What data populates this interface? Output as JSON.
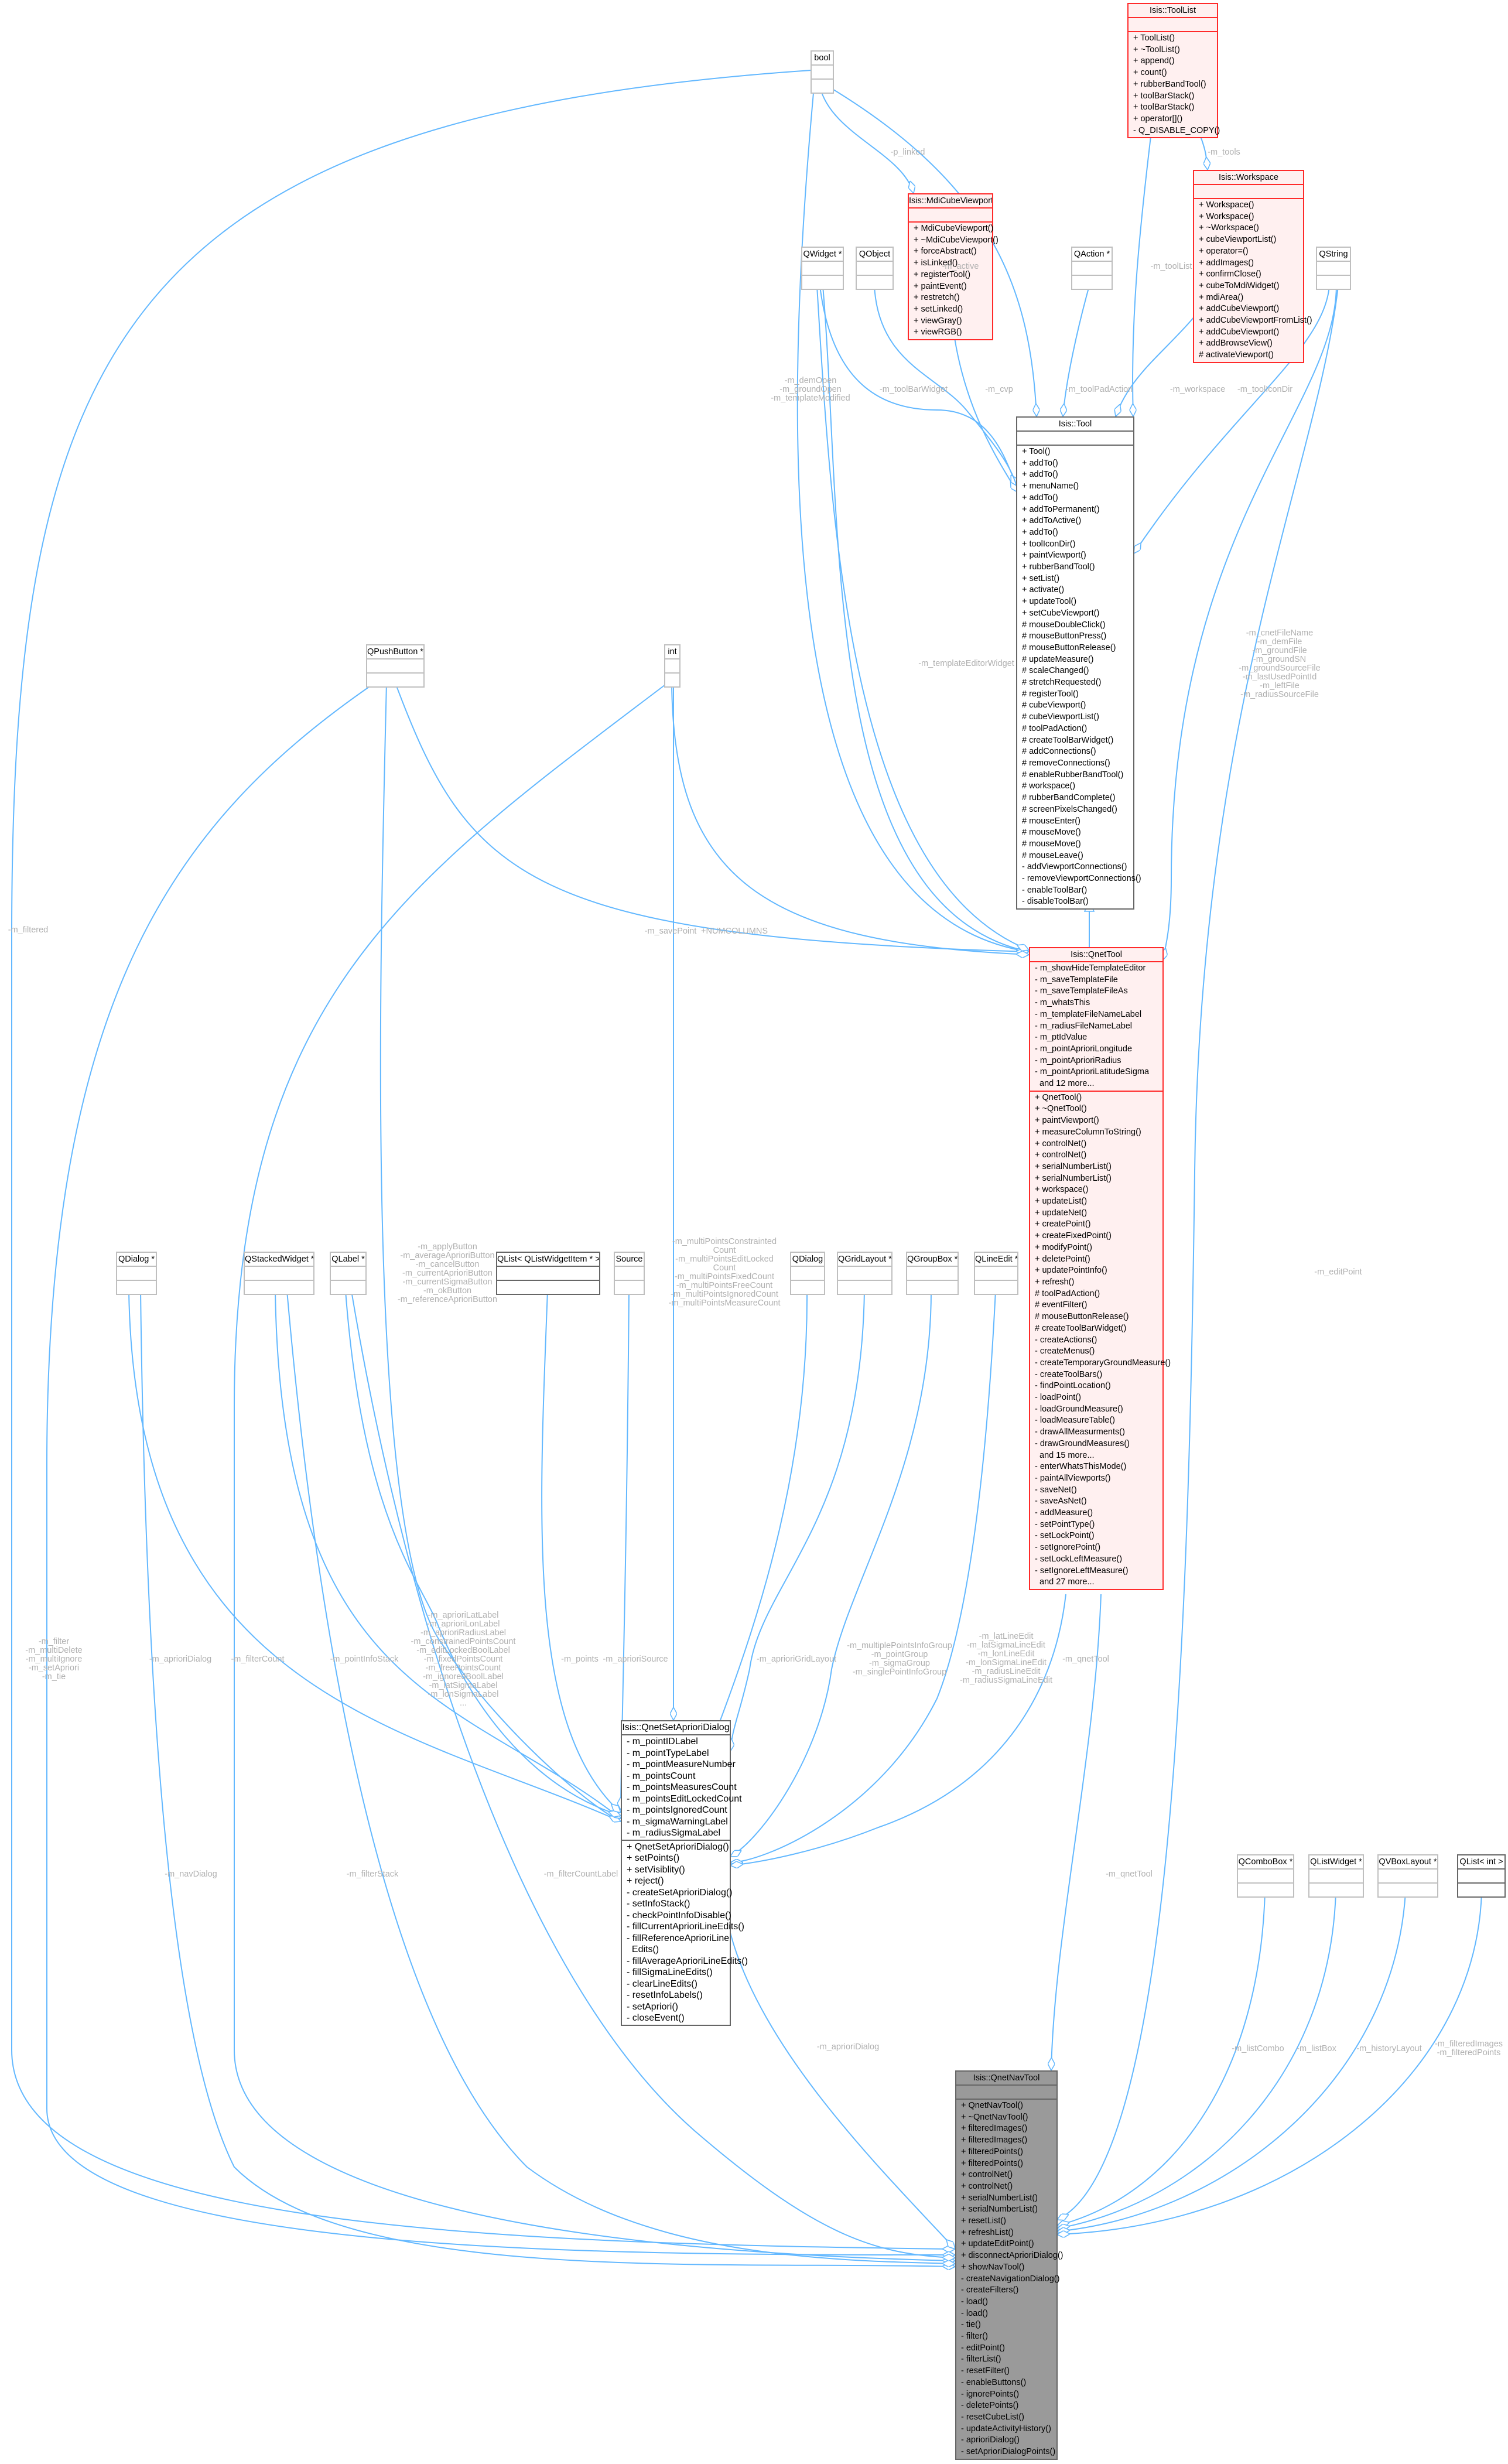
{
  "colors": {
    "edge": "#63b8ff",
    "highlight_border": "#ff2a2a",
    "highlight_fill": "#fff0f0",
    "focus_fill": "#9a9a9a",
    "label": "#b0b0b0"
  },
  "classes": {
    "bool": {
      "name": "bool",
      "attributes": [],
      "methods": []
    },
    "toollist": {
      "name": "Isis::ToolList",
      "attributes": [],
      "methods": [
        "+ ToolList()",
        "+ ~ToolList()",
        "+ append()",
        "+ count()",
        "+ rubberBandTool()",
        "+ toolBarStack()",
        "+ toolBarStack()",
        "+ operator[]()",
        "- Q_DISABLE_COPY()"
      ]
    },
    "mdi": {
      "name": "Isis::MdiCubeViewport",
      "attributes": [],
      "methods": [
        "+ MdiCubeViewport()",
        "+ ~MdiCubeViewport()",
        "+ forceAbstract()",
        "+ isLinked()",
        "+ registerTool()",
        "+ paintEvent()",
        "+ restretch()",
        "+ setLinked()",
        "+ viewGray()",
        "+ viewRGB()"
      ]
    },
    "workspace": {
      "name": "Isis::Workspace",
      "attributes": [],
      "methods": [
        "+ Workspace()",
        "+ Workspace()",
        "+ ~Workspace()",
        "+ cubeViewportList()",
        "+ operator=()",
        "+ addImages()",
        "+ confirmClose()",
        "+ cubeToMdiWidget()",
        "+ mdiArea()",
        "+ addCubeViewport()",
        "+ addCubeViewportFromList()",
        "+ addCubeViewport()",
        "+ addBrowseView()",
        "# activateViewport()"
      ]
    },
    "qwidget": {
      "name": "QWidget *",
      "attributes": [],
      "methods": []
    },
    "qobject": {
      "name": "QObject",
      "attributes": [],
      "methods": []
    },
    "qaction": {
      "name": "QAction *",
      "attributes": [],
      "methods": []
    },
    "qstring": {
      "name": "QString",
      "attributes": [],
      "methods": []
    },
    "tool": {
      "name": "Isis::Tool",
      "attributes": [],
      "methods": [
        "+ Tool()",
        "+ addTo()",
        "+ addTo()",
        "+ menuName()",
        "+ addTo()",
        "+ addToPermanent()",
        "+ addToActive()",
        "+ addTo()",
        "+ toolIconDir()",
        "+ paintViewport()",
        "+ rubberBandTool()",
        "+ setList()",
        "+ activate()",
        "+ updateTool()",
        "+ setCubeViewport()",
        "# mouseDoubleClick()",
        "# mouseButtonPress()",
        "# mouseButtonRelease()",
        "# updateMeasure()",
        "# scaleChanged()",
        "# stretchRequested()",
        "# registerTool()",
        "# cubeViewport()",
        "# cubeViewportList()",
        "# toolPadAction()",
        "# createToolBarWidget()",
        "# addConnections()",
        "# removeConnections()",
        "# enableRubberBandTool()",
        "# workspace()",
        "# rubberBandComplete()",
        "# screenPixelsChanged()",
        "# mouseEnter()",
        "# mouseMove()",
        "# mouseMove()",
        "# mouseLeave()",
        "- addViewportConnections()",
        "- removeViewportConnections()",
        "- enableToolBar()",
        "- disableToolBar()"
      ]
    },
    "qpushbutton": {
      "name": "QPushButton *",
      "attributes": [],
      "methods": []
    },
    "int": {
      "name": "int",
      "attributes": [],
      "methods": []
    },
    "qnettool": {
      "name": "Isis::QnetTool",
      "attributes": [
        "- m_showHideTemplateEditor",
        "- m_saveTemplateFile",
        "- m_saveTemplateFileAs",
        "- m_whatsThis",
        "- m_templateFileNameLabel",
        "- m_radiusFileNameLabel",
        "- m_ptIdValue",
        "- m_pointAprioriLongitude",
        "- m_pointAprioriRadius",
        "- m_pointAprioriLatitudeSigma",
        "  and 12 more..."
      ],
      "methods": [
        "+ QnetTool()",
        "+ ~QnetTool()",
        "+ paintViewport()",
        "+ measureColumnToString()",
        "+ controlNet()",
        "+ controlNet()",
        "+ serialNumberList()",
        "+ serialNumberList()",
        "+ workspace()",
        "+ updateList()",
        "+ updateNet()",
        "+ createPoint()",
        "+ createFixedPoint()",
        "+ modifyPoint()",
        "+ deletePoint()",
        "+ updatePointInfo()",
        "+ refresh()",
        "# toolPadAction()",
        "# eventFilter()",
        "# mouseButtonRelease()",
        "# createToolBarWidget()",
        "- createActions()",
        "- createMenus()",
        "- createTemporaryGroundMeasure()",
        "- createToolBars()",
        "- findPointLocation()",
        "- loadPoint()",
        "- loadGroundMeasure()",
        "- loadMeasureTable()",
        "- drawAllMeasurments()",
        "- drawGroundMeasures()",
        "  and 15 more...",
        "- enterWhatsThisMode()",
        "- paintAllViewports()",
        "- saveNet()",
        "- saveAsNet()",
        "- addMeasure()",
        "- setPointType()",
        "- setLockPoint()",
        "- setIgnorePoint()",
        "- setLockLeftMeasure()",
        "- setIgnoreLeftMeasure()",
        "  and 27 more..."
      ]
    },
    "qdialogp": {
      "name": "QDialog *",
      "attributes": [],
      "methods": []
    },
    "qstacked": {
      "name": "QStackedWidget *",
      "attributes": [],
      "methods": []
    },
    "qlabel": {
      "name": "QLabel *",
      "attributes": [],
      "methods": []
    },
    "qlistitem": {
      "name": "QList< QListWidgetItem * >",
      "attributes": [],
      "methods": []
    },
    "source": {
      "name": "Source",
      "attributes": [],
      "methods": []
    },
    "qdialog": {
      "name": "QDialog",
      "attributes": [],
      "methods": []
    },
    "qgrid": {
      "name": "QGridLayout *",
      "attributes": [],
      "methods": []
    },
    "qgroup": {
      "name": "QGroupBox *",
      "attributes": [],
      "methods": []
    },
    "qlineedit": {
      "name": "QLineEdit *",
      "attributes": [],
      "methods": []
    },
    "apriori": {
      "name": "Isis::QnetSetAprioriDialog",
      "attributes": [
        "- m_pointIDLabel",
        "- m_pointTypeLabel",
        "- m_pointMeasureNumber",
        "- m_pointsCount",
        "- m_pointsMeasuresCount",
        "- m_pointsEditLockedCount",
        "- m_pointsIgnoredCount",
        "- m_sigmaWarningLabel",
        "- m_radiusSigmaLabel"
      ],
      "methods": [
        "+ QnetSetAprioriDialog()",
        "+ setPoints()",
        "+ setVisiblity()",
        "+ reject()",
        "- createSetAprioriDialog()",
        "- setInfoStack()",
        "- checkPointInfoDisable()",
        "- fillCurrentAprioriLineEdits()",
        "- fillReferenceAprioriLine\n  Edits()",
        "- fillAverageAprioriLineEdits()",
        "- fillSigmaLineEdits()",
        "- clearLineEdits()",
        "- resetInfoLabels()",
        "- setApriori()",
        "- closeEvent()"
      ]
    },
    "qcombo": {
      "name": "QComboBox *",
      "attributes": [],
      "methods": []
    },
    "qlistwidget": {
      "name": "QListWidget *",
      "attributes": [],
      "methods": []
    },
    "qvbox": {
      "name": "QVBoxLayout *",
      "attributes": [],
      "methods": []
    },
    "qlistint": {
      "name": "QList< int >",
      "attributes": [],
      "methods": []
    },
    "navtool": {
      "name": "Isis::QnetNavTool",
      "attributes": [],
      "methods": [
        "+ QnetNavTool()",
        "+ ~QnetNavTool()",
        "+ filteredImages()",
        "+ filteredImages()",
        "+ filteredPoints()",
        "+ filteredPoints()",
        "+ controlNet()",
        "+ controlNet()",
        "+ serialNumberList()",
        "+ serialNumberList()",
        "+ resetList()",
        "+ refreshList()",
        "+ updateEditPoint()",
        "+ disconnectAprioriDialog()",
        "+ showNavTool()",
        "- createNavigationDialog()",
        "- createFilters()",
        "- load()",
        "- load()",
        "- tie()",
        "- filter()",
        "- editPoint()",
        "- filterList()",
        "- resetFilter()",
        "- enableButtons()",
        "- ignorePoints()",
        "- deletePoints()",
        "- resetCubeList()",
        "- updateActivityHistory()",
        "- aprioriDialog()",
        "- setAprioriDialogPoints()"
      ]
    }
  },
  "edge_labels": {
    "p_linked": "-p_linked",
    "m_tools": "-m_tools",
    "m_active": "-m_active",
    "m_toolList": "-m_toolList",
    "demOpen": "-m_demOpen\n-m_groundOpen\n-m_templateModified",
    "toolBarWidget": "-m_toolBarWidget",
    "cvp": "-m_cvp",
    "toolPadAction": "-m_toolPadAction",
    "workspace": "-m_workspace",
    "toolIconDir": "-m_toolIconDir",
    "templateEditor": "-m_templateEditorWidget",
    "cnetFile": "-m_cnetFileName\n-m_demFile\n-m_groundFile\n-m_groundSN\n-m_groundSourceFile\n-m_lastUsedPointId\n-m_leftFile\n-m_radiusSourceFile",
    "filtered": "-m_filtered",
    "savePoint": "-m_savePoint",
    "numcolumns": "+NUMCOLUMNS",
    "buttons": "-m_applyButton\n-m_averageAprioriButton\n-m_cancelButton\n-m_currentAprioriButton\n-m_currentSigmaButton\n-m_okButton\n-m_referenceAprioriButton",
    "multiPoints": "-m_multiPointsConstrainted\nCount\n-m_multiPointsEditLocked\nCount\n-m_multiPointsFixedCount\n-m_multiPointsFreeCount\n-m_multiPointsIgnoredCount\n-m_multiPointsMeasureCount",
    "editPoint": "-m_editPoint",
    "navFilters": "-m_filter\n-m_multiDelete\n-m_multiIgnore\n-m_setApriori\n-m_tie",
    "aprioriDialogUp": "-m_aprioriDialog",
    "filterCount": "-m_filterCount",
    "pointInfoStack": "-m_pointInfoStack",
    "aprioriLabels": "-m_aprioriLatLabel\n-m_aprioriLonLabel\n-m_aprioriRadiusLabel\n-m_constrainedPointsCount\n-m_editLockedBoolLabel\n-m_fixedPointsCount\n-m_freePointsCount\n-m_ignoredBoolLabel\n-m_latSigmaLabel\n-m_lonSigmaLabel\n...",
    "points": "-m_points",
    "aprioriSource": "-m_aprioriSource",
    "gridLayout": "-m_aprioriGridLayout",
    "groups": "-m_multiplePointsInfoGroup\n-m_pointGroup\n-m_sigmaGroup\n-m_singlePointInfoGroup",
    "lineEdits": "-m_latLineEdit\n-m_latSigmaLineEdit\n-m_lonLineEdit\n-m_lonSigmaLineEdit\n-m_radiusLineEdit\n-m_radiusSigmaLineEdit",
    "qnetToolUp": "-m_qnetTool",
    "navDialog": "-m_navDialog",
    "filterStack": "-m_filterStack",
    "filterCountLabel": "-m_filterCountLabel",
    "qnetToolLow": "-m_qnetTool",
    "aprioriDialogLow": "-m_aprioriDialog",
    "listCombo": "-m_listCombo",
    "listBox": "-m_listBox",
    "historyLayout": "-m_historyLayout",
    "filteredLists": "-m_filteredImages\n-m_filteredPoints"
  }
}
